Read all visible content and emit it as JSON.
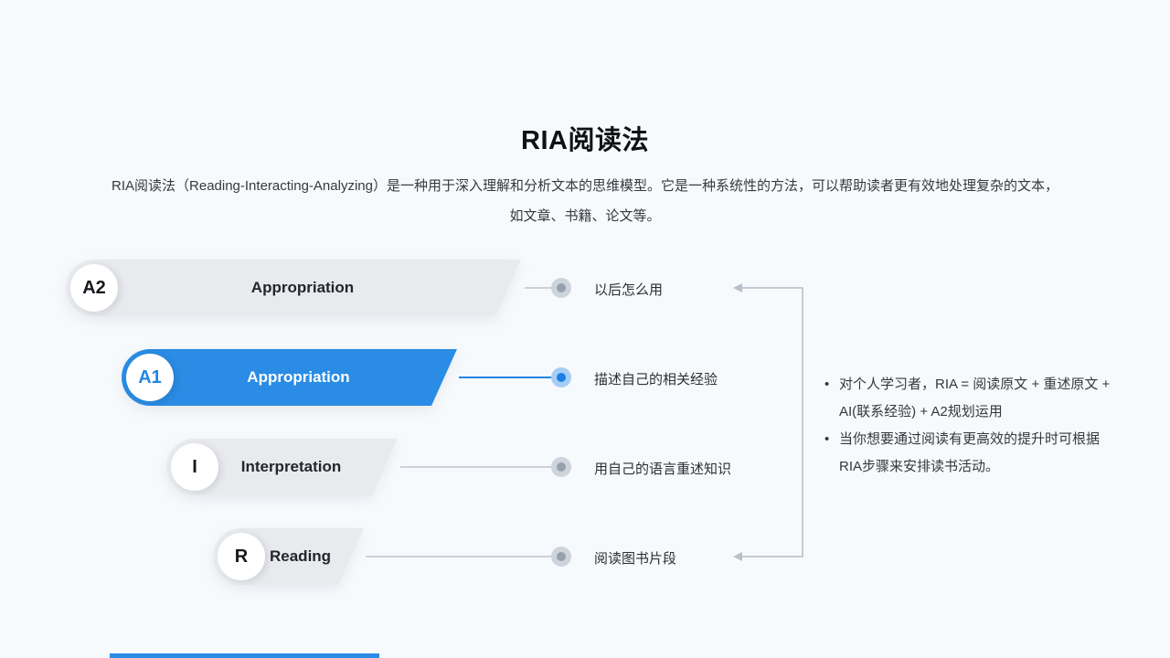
{
  "slide": {
    "title": "RIA阅读法",
    "description_lines": [
      "RIA阅读法（Reading-Interacting-Analyzing）是一种用于深入理解和分析文本的思维模型。它是一种系统性的方法，可以帮助读者更有效地处理复杂的文本，",
      "如文章、书籍、论文等。"
    ],
    "steps": [
      {
        "badge": "A2",
        "label": "Appropriation",
        "note": "以后怎么用"
      },
      {
        "badge": "A1",
        "label": "Appropriation",
        "note": "描述自己的相关经验",
        "highlighted": true
      },
      {
        "badge": "I",
        "label": "Interpretation",
        "note": "用自己的语言重述知识"
      },
      {
        "badge": "R",
        "label": "Reading",
        "note": "阅读图书片段"
      }
    ],
    "side_notes": {
      "bullet": "•",
      "items": [
        "对个人学习者，RIA = 阅读原文 + 重述原文 + AI(联系经验) + A2规划运用",
        "当你想要通过阅读有更高效的提升时可根据RIA步骤来安排读书活动。"
      ]
    },
    "colors": {
      "background": "#f7fafc",
      "accent_blue": "#2a8ce4",
      "banner_gray": "#e8eaee",
      "connector_gray": "#c5cbd4",
      "dot_gray_outer": "#ced4dc",
      "dot_gray_inner": "#97a0ae",
      "dot_blue_outer": "#a6cdf4",
      "dot_blue_inner": "#1b7fe3"
    }
  }
}
